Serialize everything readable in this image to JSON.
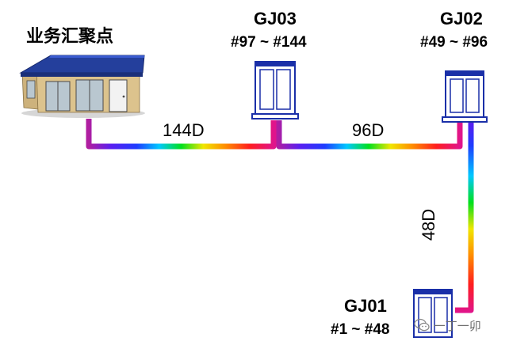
{
  "hub": {
    "label": "业务汇聚点"
  },
  "boxes": [
    {
      "id": "GJ03",
      "name": "GJ03",
      "range": "#97 ~ #144"
    },
    {
      "id": "GJ02",
      "name": "GJ02",
      "range": "#49 ~ #96"
    },
    {
      "id": "GJ01",
      "name": "GJ01",
      "range": "#1 ~ #48"
    }
  ],
  "cables": [
    {
      "label": "144D"
    },
    {
      "label": "96D"
    },
    {
      "label": "48D"
    }
  ],
  "watermark": {
    "text": "一丁一卯",
    "icon": "wechat-icon"
  },
  "colors": {
    "roof": "#243f9c",
    "wall": "#dcc38d",
    "cabinet_blue": "#1a2fa8",
    "spectrum": [
      "#b01ea0",
      "#5a1ef0",
      "#1e3cff",
      "#00c8ff",
      "#00e01e",
      "#f0e600",
      "#ff8c00",
      "#ff1e1e",
      "#e0148c"
    ]
  }
}
